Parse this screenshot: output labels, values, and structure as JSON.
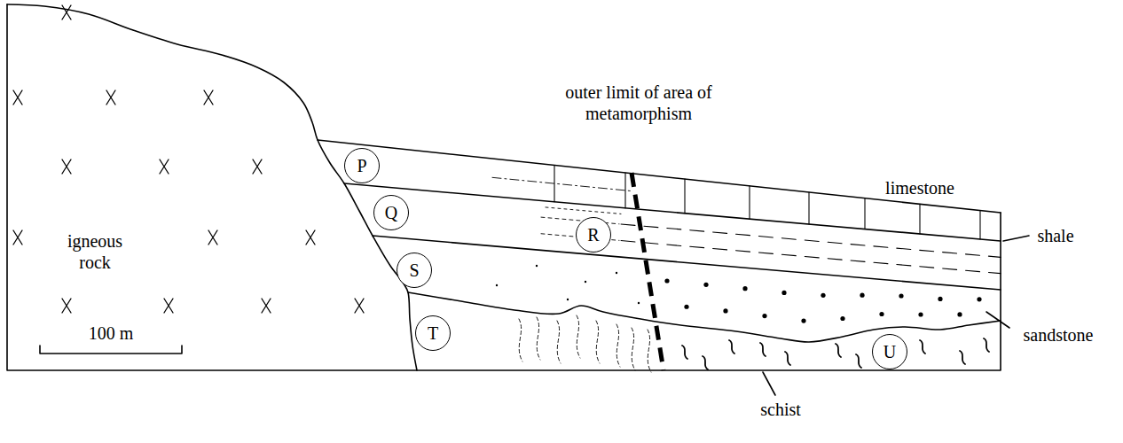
{
  "diagram": {
    "nodes": [
      {
        "text": [
          "P"
        ]
      },
      {
        "text": [
          "Q"
        ]
      },
      {
        "text": [
          "R"
        ]
      },
      {
        "text": [
          "S"
        ]
      },
      {
        "text": [
          "T"
        ]
      },
      {
        "text": [
          "U"
        ]
      }
    ],
    "labels": [
      "outer limit of area of metamorphism",
      "limestone",
      "shale",
      "sandstone",
      "schist",
      "igneous rock",
      "100 m"
    ]
  }
}
